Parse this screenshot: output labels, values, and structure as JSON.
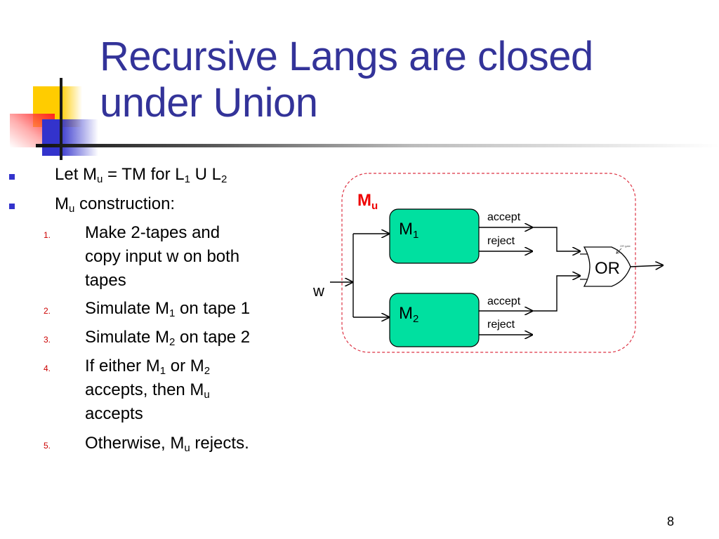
{
  "slide": {
    "title_line1": "Recursive Langs are closed",
    "title_line2": "under Union",
    "page_number": "8",
    "accent_color": "#333399",
    "bullet_color": "#3333cc",
    "number_color": "#cc0000"
  },
  "bullets": [
    {
      "parts": [
        "Let M",
        "u",
        " = TM for L",
        "1",
        " U L",
        "2"
      ]
    },
    {
      "parts": [
        "M",
        "u",
        " construction:"
      ]
    }
  ],
  "steps": [
    {
      "num": "1.",
      "lines": [
        "Make 2-tapes and",
        "copy input w on both",
        "tapes"
      ]
    },
    {
      "num": "2.",
      "pre": "Simulate M",
      "sub": "1",
      "post": " on tape 1"
    },
    {
      "num": "3.",
      "pre": "Simulate M",
      "sub": "2",
      "post": " on tape 2"
    },
    {
      "num": "4.",
      "line1_pre": "If either M",
      "line1_sub1": "1",
      "line1_mid": " or M",
      "line1_sub2": "2",
      "line2_pre": "accepts, then M",
      "line2_sub": "u",
      "line3": "accepts"
    },
    {
      "num": "5.",
      "pre": "Otherwise, M",
      "sub": "u",
      "post": " rejects."
    }
  ],
  "diagram": {
    "container_label": "M",
    "container_label_sub": "u",
    "input_label": "w",
    "machines": [
      {
        "label": "M",
        "sub": "1",
        "outputs": [
          "accept",
          "reject"
        ]
      },
      {
        "label": "M",
        "sub": "2",
        "outputs": [
          "accept",
          "reject"
        ]
      }
    ],
    "gate_label": "OR",
    "gate_note": "OR gate",
    "machine_fill": "#00e0a0",
    "container_border": "#dd3344",
    "container_label_color": "#ee0000"
  }
}
